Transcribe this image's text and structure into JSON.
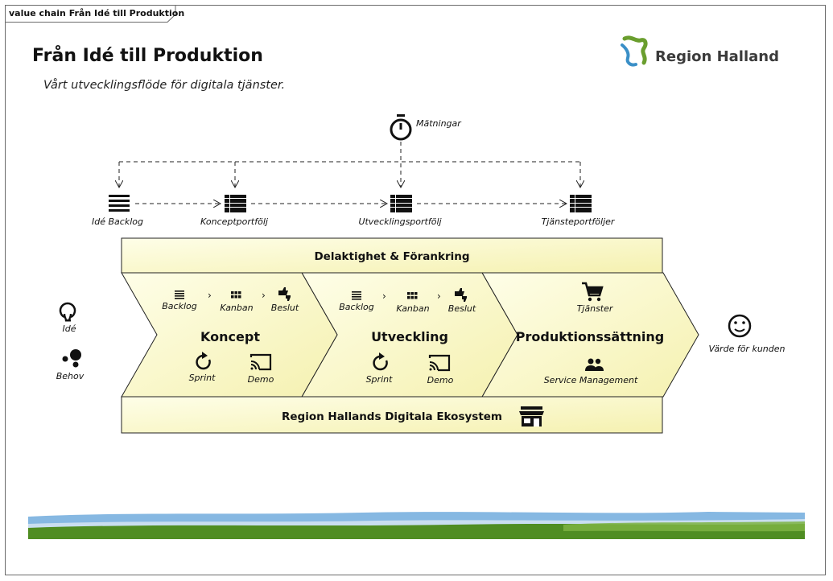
{
  "frame": {
    "tab_label": "value chain Från Idé till Produktion"
  },
  "header": {
    "title": "Från Idé till Produktion",
    "subtitle": "Vårt utvecklingsflöde för digitala tjänster.",
    "logo_text": "Region Halland"
  },
  "measurements": {
    "label": "Mätningar",
    "icon": "stopwatch-icon"
  },
  "portfolios": [
    {
      "label": "Idé Backlog",
      "icon": "list-icon"
    },
    {
      "label": "Konceptportfölj",
      "icon": "table-list-icon"
    },
    {
      "label": "Utvecklingsportfölj",
      "icon": "table-list-icon"
    },
    {
      "label": "Tjänsteportföljer",
      "icon": "table-list-icon"
    }
  ],
  "bands": {
    "top": "Delaktighet & Förankring",
    "bottom": "Region Hallands Digitala Ekosystem",
    "bottom_icon": "store-icon"
  },
  "inputs": [
    {
      "label": "Idé",
      "icon": "lightbulb-icon"
    },
    {
      "label": "Behov",
      "icon": "bubbles-icon"
    }
  ],
  "stages": [
    {
      "title": "Koncept",
      "steps": [
        "Backlog",
        "Kanban",
        "Beslut"
      ],
      "activities": [
        "Sprint",
        "Demo"
      ]
    },
    {
      "title": "Utveckling",
      "steps": [
        "Backlog",
        "Kanban",
        "Beslut"
      ],
      "activities": [
        "Sprint",
        "Demo"
      ]
    },
    {
      "title": "Produktionssättning",
      "top_item": "Tjänster",
      "bottom_item": "Service Management"
    }
  ],
  "output": {
    "label": "Värde för kunden",
    "icon": "smiley-icon"
  },
  "colors": {
    "fill_light": "#fdfde0",
    "fill_dark": "#f6f3b4",
    "stroke": "#222222",
    "logo_green": "#6a9e2e",
    "logo_blue": "#3a8fc7",
    "landscape_blue": "#7fb3e0",
    "landscape_green": "#4d8a1e"
  }
}
